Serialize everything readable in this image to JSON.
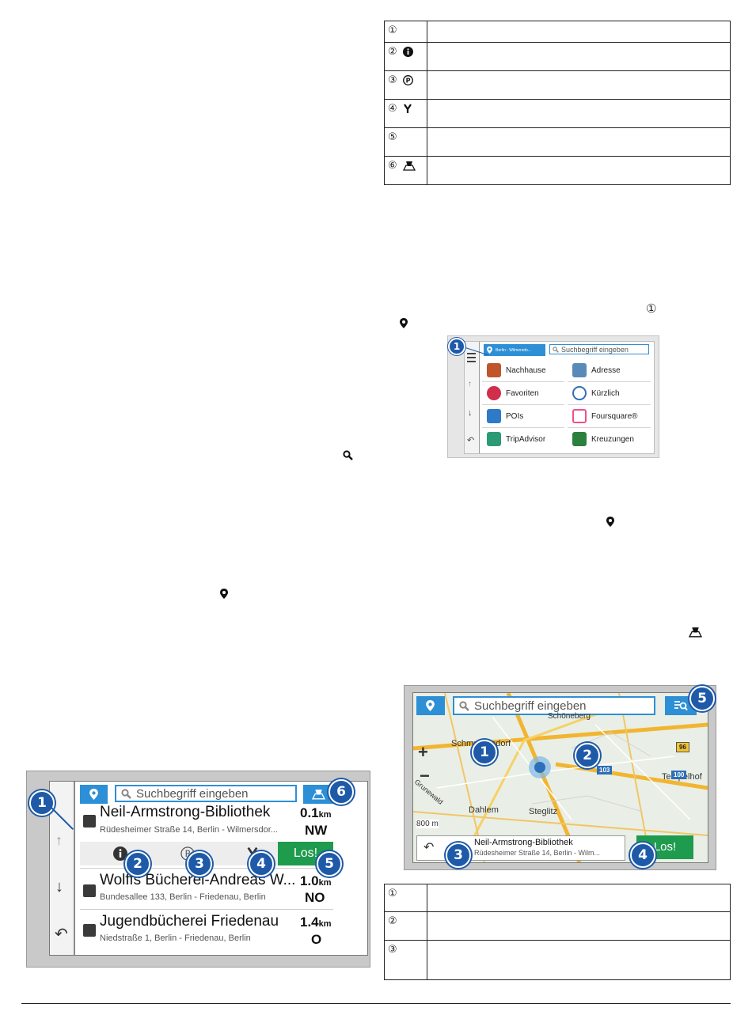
{
  "top_table": {
    "rows": [
      {
        "num": "①",
        "icon": ""
      },
      {
        "num": "②",
        "icon": "info-icon"
      },
      {
        "num": "③",
        "icon": "parking-icon"
      },
      {
        "num": "④",
        "icon": "fork-icon"
      },
      {
        "num": "⑤",
        "icon": ""
      },
      {
        "num": "⑥",
        "icon": "map-view-icon"
      }
    ]
  },
  "inline_markers": {
    "callout_one": "①"
  },
  "category_panel": {
    "location_chip": "Berlin - Wilmersdo...",
    "search_placeholder": "Suchbegriff eingeben",
    "callout": "1",
    "items": [
      {
        "label": "Nachhause",
        "color": "#c0552c"
      },
      {
        "label": "Adresse",
        "color": "#5a8bb8"
      },
      {
        "label": "Favoriten",
        "color": "#cf2f4a"
      },
      {
        "label": "Kürzlich",
        "color": "#2f6fb5"
      },
      {
        "label": "POIs",
        "color": "#2e79c8"
      },
      {
        "label": "Foursquare®",
        "color": "#f0508a"
      },
      {
        "label": "TripAdvisor",
        "color": "#2c9b75"
      },
      {
        "label": "Kreuzungen",
        "color": "#2d7f3e"
      }
    ]
  },
  "results_panel": {
    "search_placeholder": "Suchbegriff eingeben",
    "callouts": [
      "1",
      "2",
      "3",
      "4",
      "5",
      "6"
    ],
    "go_label": "Los!",
    "results": [
      {
        "title": "Neil-Armstrong-Bibliothek",
        "address": "Rüdesheimer Straße 14, Berlin - Wilmersdor...",
        "distance": "0.1",
        "unit": "km",
        "direction": "NW"
      },
      {
        "title": "Wolffs Bücherei-Andreas W...",
        "address": "Bundesallee 133, Berlin - Friedenau, Berlin",
        "distance": "1.0",
        "unit": "km",
        "direction": "NO"
      },
      {
        "title": "Jugendbücherei Friedenau",
        "address": "Niedstraße 1, Berlin - Friedenau, Berlin",
        "distance": "1.4",
        "unit": "km",
        "direction": "O"
      }
    ]
  },
  "map_panel": {
    "search_placeholder": "Suchbegriff eingeben",
    "callouts": [
      "1",
      "2",
      "3",
      "4",
      "5"
    ],
    "place_labels": [
      "Schöneberg",
      "Schmargendorf",
      "Dahlem",
      "Steglitz",
      "Tempelhof",
      "Grunewald"
    ],
    "scale": "800 m",
    "road_badges": [
      "96",
      "100",
      "103"
    ],
    "result_title": "Neil-Armstrong-Bibliothek",
    "result_address": "Rüdesheimer Straße 14, Berlin - Wilm...",
    "go_label": "Los!"
  },
  "bottom_table": {
    "rows": [
      {
        "num": "①"
      },
      {
        "num": "②"
      },
      {
        "num": "③"
      }
    ]
  }
}
